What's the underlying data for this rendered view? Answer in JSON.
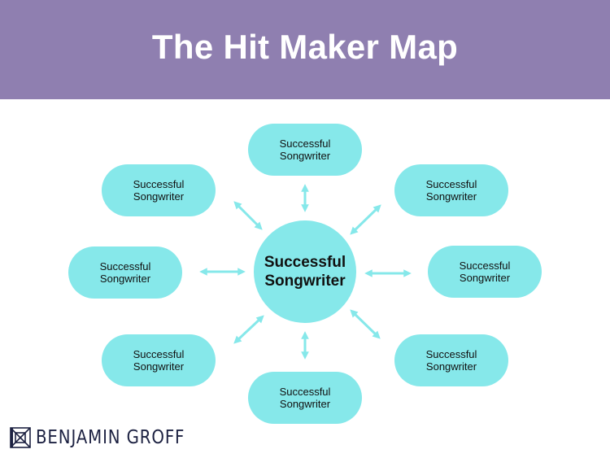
{
  "header": {
    "title": "The Hit Maker Map"
  },
  "diagram": {
    "center": {
      "line1": "Successful",
      "line2": "Songwriter"
    },
    "nodes": [
      {
        "line1": "Successful",
        "line2": "Songwriter"
      },
      {
        "line1": "Successful",
        "line2": "Songwriter"
      },
      {
        "line1": "Successful",
        "line2": "Songwriter"
      },
      {
        "line1": "Successful",
        "line2": "Songwriter"
      },
      {
        "line1": "Successful",
        "line2": "Songwriter"
      },
      {
        "line1": "Successful",
        "line2": "Songwriter"
      },
      {
        "line1": "Successful",
        "line2": "Songwriter"
      },
      {
        "line1": "Successful",
        "line2": "Songwriter"
      }
    ]
  },
  "footer": {
    "logo_text": "BENJAMIN GROFF"
  },
  "colors": {
    "header_bg": "#8f7fb0",
    "node_fill": "#86e8ea",
    "arrow": "#86e8ea",
    "logo": "#1d2242"
  }
}
